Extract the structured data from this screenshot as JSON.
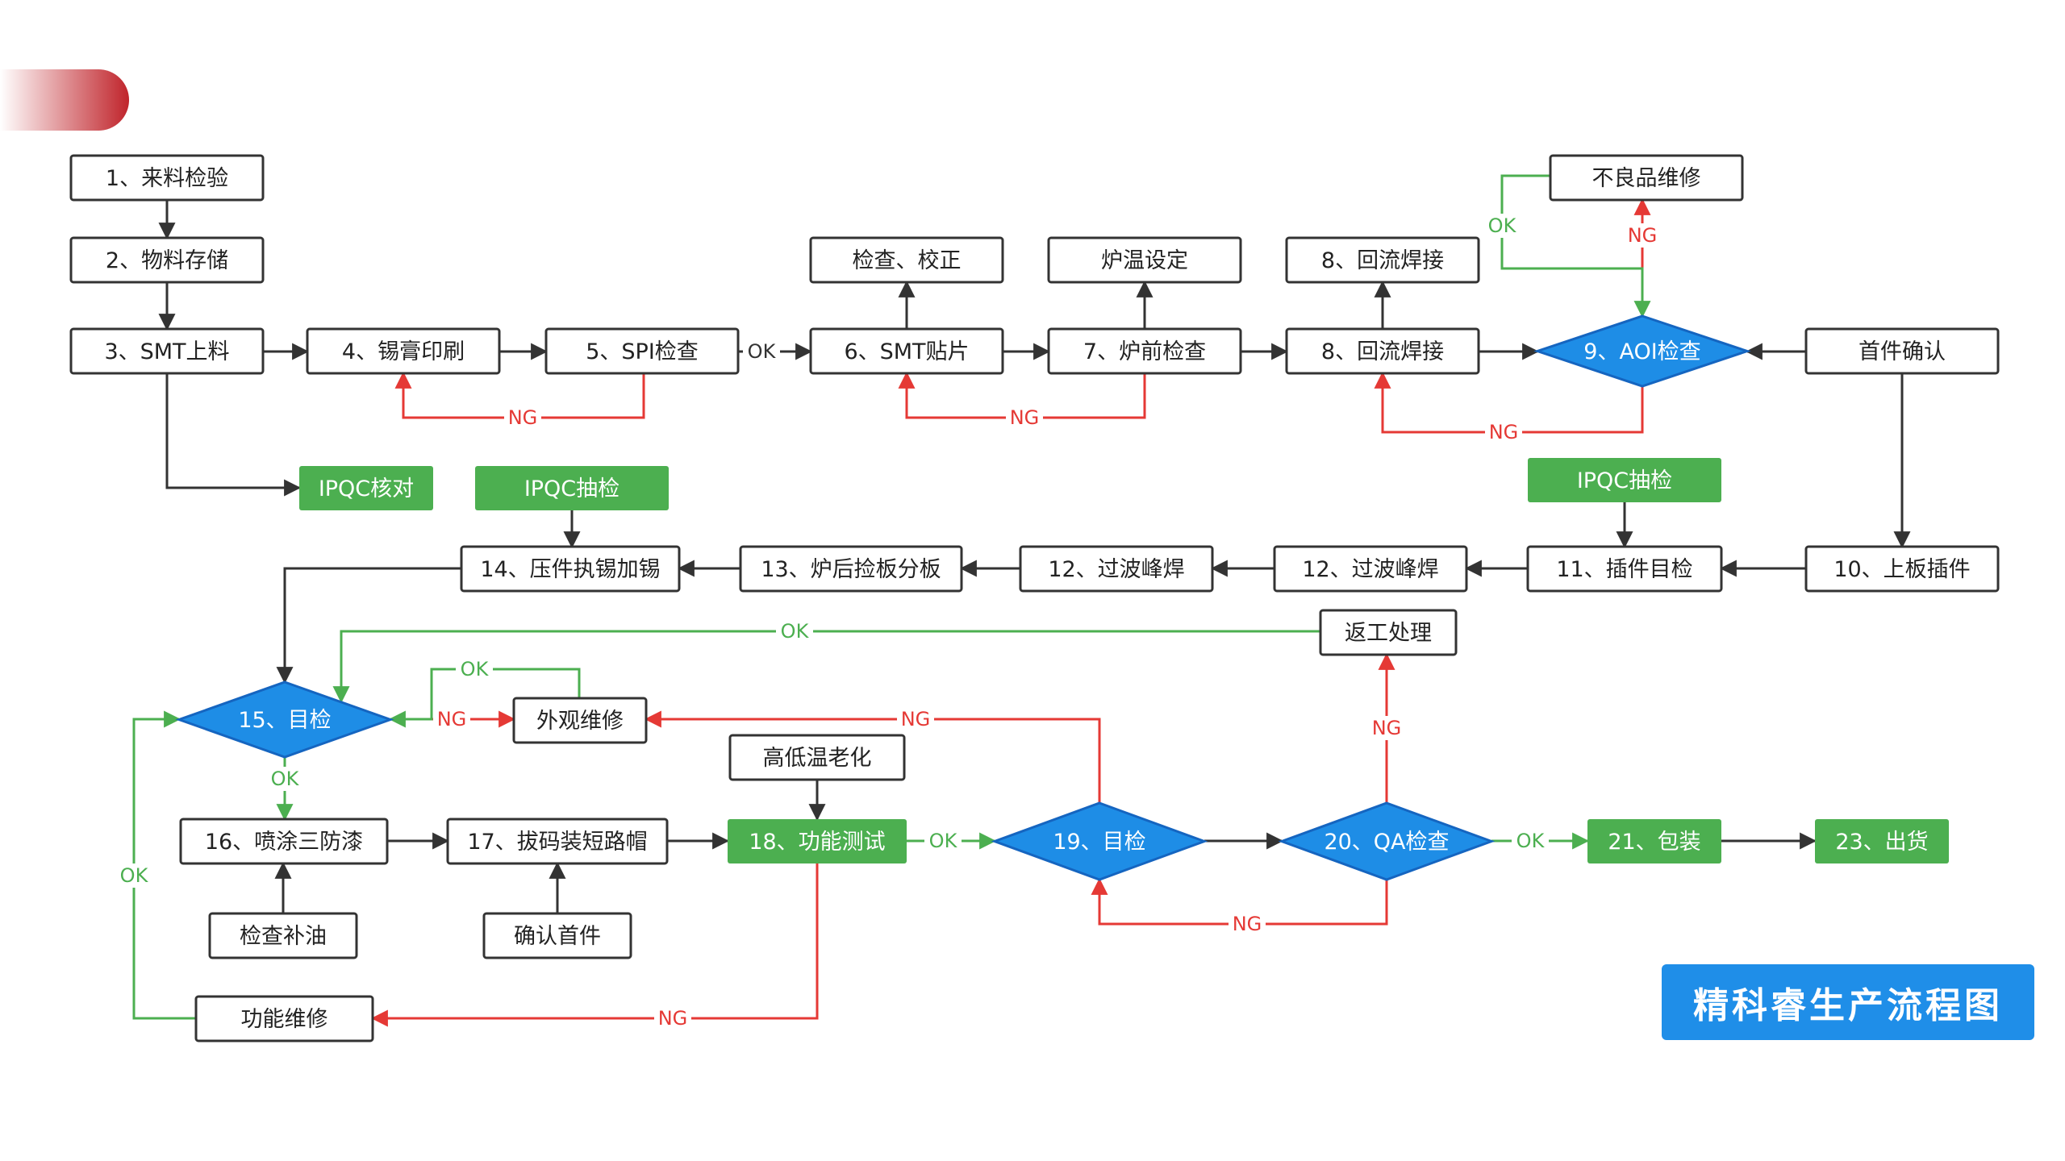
{
  "colors": {
    "ok": "#4caf50",
    "ng": "#e53935",
    "neutral": "#333333",
    "process_fill": "#ffffff",
    "highlight_fill": "#4caf50",
    "decision_fill": "#1e8de6",
    "decision_stroke": "#1565c0",
    "banner": "#1f8ee8",
    "corner_tab": "#c0242b"
  },
  "title": "精科睿生产流程图",
  "nodes": [
    {
      "id": "n1",
      "label": "1、来料检验",
      "type": "process"
    },
    {
      "id": "n2",
      "label": "2、物料存储",
      "type": "process"
    },
    {
      "id": "n3",
      "label": "3、SMT上料",
      "type": "process"
    },
    {
      "id": "n4",
      "label": "4、锡膏印刷",
      "type": "process"
    },
    {
      "id": "n5",
      "label": "5、SPI检查",
      "type": "process"
    },
    {
      "id": "n6",
      "label": "6、SMT贴片",
      "type": "process"
    },
    {
      "id": "n6a",
      "label": "检查、校正",
      "type": "process"
    },
    {
      "id": "n7",
      "label": "7、炉前检查",
      "type": "process"
    },
    {
      "id": "n7a",
      "label": "炉温设定",
      "type": "process"
    },
    {
      "id": "n8",
      "label": "8、回流焊接",
      "type": "process"
    },
    {
      "id": "n8a",
      "label": "8、回流焊接",
      "type": "process"
    },
    {
      "id": "n9",
      "label": "9、AOI检查",
      "type": "decision"
    },
    {
      "id": "nbl",
      "label": "不良品维修",
      "type": "process"
    },
    {
      "id": "nsj",
      "label": "首件确认",
      "type": "process"
    },
    {
      "id": "ipqc1",
      "label": "IPQC核对",
      "type": "highlight"
    },
    {
      "id": "ipqc2",
      "label": "IPQC抽检",
      "type": "highlight"
    },
    {
      "id": "ipqc3",
      "label": "IPQC抽检",
      "type": "highlight"
    },
    {
      "id": "n10",
      "label": "10、上板插件",
      "type": "process"
    },
    {
      "id": "n11",
      "label": "11、插件目检",
      "type": "process"
    },
    {
      "id": "n12a",
      "label": "12、过波峰焊",
      "type": "process"
    },
    {
      "id": "n12b",
      "label": "12、过波峰焊",
      "type": "process"
    },
    {
      "id": "n13",
      "label": "13、炉后捡板分板",
      "type": "process"
    },
    {
      "id": "n14",
      "label": "14、压件执锡加锡",
      "type": "process"
    },
    {
      "id": "nfg",
      "label": "返工处理",
      "type": "process"
    },
    {
      "id": "n15",
      "label": "15、目检",
      "type": "decision"
    },
    {
      "id": "nwg",
      "label": "外观维修",
      "type": "process"
    },
    {
      "id": "ngd",
      "label": "高低温老化",
      "type": "process"
    },
    {
      "id": "n16",
      "label": "16、喷涂三防漆",
      "type": "process"
    },
    {
      "id": "n17",
      "label": "17、拔码装短路帽",
      "type": "process"
    },
    {
      "id": "n18",
      "label": "18、功能测试",
      "type": "highlight"
    },
    {
      "id": "n19",
      "label": "19、目检",
      "type": "decision"
    },
    {
      "id": "n20",
      "label": "20、QA检查",
      "type": "decision"
    },
    {
      "id": "n21",
      "label": "21、包装",
      "type": "highlight"
    },
    {
      "id": "n23",
      "label": "23、出货",
      "type": "highlight"
    },
    {
      "id": "njc",
      "label": "检查补油",
      "type": "process"
    },
    {
      "id": "nqr",
      "label": "确认首件",
      "type": "process"
    },
    {
      "id": "ngn",
      "label": "功能维修",
      "type": "process"
    }
  ],
  "edges": [
    {
      "from": "n1",
      "to": "n2",
      "kind": "neutral",
      "label": ""
    },
    {
      "from": "n2",
      "to": "n3",
      "kind": "neutral",
      "label": ""
    },
    {
      "from": "n3",
      "to": "n4",
      "kind": "neutral",
      "label": ""
    },
    {
      "from": "n3",
      "to": "ipqc1",
      "kind": "neutral",
      "label": ""
    },
    {
      "from": "n4",
      "to": "n5",
      "kind": "neutral",
      "label": ""
    },
    {
      "from": "n5",
      "to": "n6",
      "kind": "neutral",
      "label": "OK"
    },
    {
      "from": "n5",
      "to": "n4",
      "kind": "ng",
      "label": "NG"
    },
    {
      "from": "n6",
      "to": "n6a",
      "kind": "neutral",
      "label": ""
    },
    {
      "from": "n6",
      "to": "n7",
      "kind": "neutral",
      "label": ""
    },
    {
      "from": "n7",
      "to": "n7a",
      "kind": "neutral",
      "label": ""
    },
    {
      "from": "n7",
      "to": "n6",
      "kind": "ng",
      "label": "NG"
    },
    {
      "from": "n7",
      "to": "n8",
      "kind": "neutral",
      "label": ""
    },
    {
      "from": "n8",
      "to": "n8a",
      "kind": "neutral",
      "label": ""
    },
    {
      "from": "n8",
      "to": "n9",
      "kind": "neutral",
      "label": ""
    },
    {
      "from": "n9",
      "to": "n8",
      "kind": "ng",
      "label": "NG"
    },
    {
      "from": "n9",
      "to": "nbl",
      "kind": "ng",
      "label": "NG"
    },
    {
      "from": "nbl",
      "to": "n9",
      "kind": "ok",
      "label": "OK"
    },
    {
      "from": "nsj",
      "to": "n9",
      "kind": "neutral",
      "label": ""
    },
    {
      "from": "nsj",
      "to": "n10",
      "kind": "neutral",
      "label": ""
    },
    {
      "from": "n10",
      "to": "n11",
      "kind": "neutral",
      "label": ""
    },
    {
      "from": "ipqc3",
      "to": "n11",
      "kind": "neutral",
      "label": ""
    },
    {
      "from": "n11",
      "to": "n12a",
      "kind": "neutral",
      "label": ""
    },
    {
      "from": "n12a",
      "to": "n12b",
      "kind": "neutral",
      "label": ""
    },
    {
      "from": "n12b",
      "to": "n13",
      "kind": "neutral",
      "label": ""
    },
    {
      "from": "n13",
      "to": "n14",
      "kind": "neutral",
      "label": ""
    },
    {
      "from": "ipqc2",
      "to": "n14",
      "kind": "neutral",
      "label": ""
    },
    {
      "from": "n14",
      "to": "n15",
      "kind": "neutral",
      "label": ""
    },
    {
      "from": "nfg",
      "to": "n15",
      "kind": "ok",
      "label": "OK"
    },
    {
      "from": "n15",
      "to": "nwg",
      "kind": "ng",
      "label": "NG"
    },
    {
      "from": "nwg",
      "to": "n15",
      "kind": "ok",
      "label": "OK"
    },
    {
      "from": "n15",
      "to": "n16",
      "kind": "ok",
      "label": "OK"
    },
    {
      "from": "n16",
      "to": "n17",
      "kind": "neutral",
      "label": ""
    },
    {
      "from": "njc",
      "to": "n16",
      "kind": "neutral",
      "label": ""
    },
    {
      "from": "nqr",
      "to": "n17",
      "kind": "neutral",
      "label": ""
    },
    {
      "from": "n17",
      "to": "n18",
      "kind": "neutral",
      "label": ""
    },
    {
      "from": "ngd",
      "to": "n18",
      "kind": "neutral",
      "label": ""
    },
    {
      "from": "n18",
      "to": "n19",
      "kind": "ok",
      "label": "OK"
    },
    {
      "from": "n18",
      "to": "ngn",
      "kind": "ng",
      "label": "NG"
    },
    {
      "from": "ngn",
      "to": "n15",
      "kind": "ok",
      "label": "OK"
    },
    {
      "from": "n19",
      "to": "nwg",
      "kind": "ng",
      "label": "NG"
    },
    {
      "from": "n19",
      "to": "n20",
      "kind": "neutral",
      "label": ""
    },
    {
      "from": "n20",
      "to": "n19",
      "kind": "ng",
      "label": "NG"
    },
    {
      "from": "n20",
      "to": "nfg",
      "kind": "ng",
      "label": "NG"
    },
    {
      "from": "n20",
      "to": "n21",
      "kind": "ok",
      "label": "OK"
    },
    {
      "from": "n21",
      "to": "n23",
      "kind": "neutral",
      "label": ""
    }
  ]
}
